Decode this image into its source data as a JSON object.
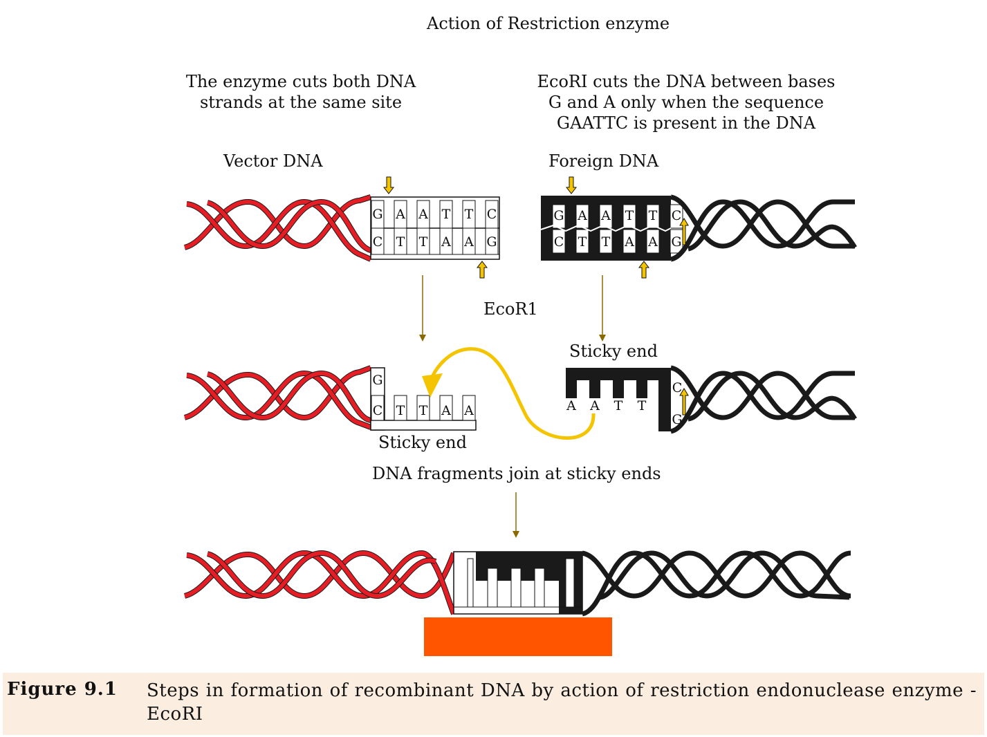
{
  "title": "Action of Restriction enzyme",
  "note_left": [
    "The enzyme cuts both DNA",
    "strands at the same site"
  ],
  "note_right": [
    "EcoRI cuts the DNA between bases",
    "G and A only when the sequence",
    "GAATTC is present in the DNA"
  ],
  "label_vector": "Vector DNA",
  "label_foreign": "Foreign DNA",
  "label_enzyme": "EcoR1",
  "label_sticky_right": "Sticky end",
  "label_sticky_left": "Sticky end",
  "label_join": "DNA fragments join at sticky ends",
  "vector_top_bases": [
    "G",
    "A",
    "A",
    "T",
    "T",
    "C"
  ],
  "vector_bottom_bases": [
    "C",
    "T",
    "T",
    "A",
    "A",
    "G"
  ],
  "foreign_top_bases": [
    "G",
    "A",
    "A",
    "T",
    "T",
    "C"
  ],
  "foreign_bottom_bases": [
    "C",
    "T",
    "T",
    "A",
    "A",
    "G"
  ],
  "cut_vector_top": [
    "G"
  ],
  "cut_vector_bottom": [
    "C",
    "T",
    "T",
    "A",
    "A"
  ],
  "cut_foreign_bottom": [
    "A",
    "A",
    "T",
    "T"
  ],
  "cut_foreign_right": [
    "C",
    "G"
  ],
  "colors": {
    "vector_dna": "#e51e25",
    "foreign_dna": "#1a1a1a",
    "cut_arrow": "#f5c400",
    "join_arrow": "#f5c400",
    "highlight_bar": "#ff5500",
    "caption_bg": "#fbeee0"
  },
  "caption": {
    "label": "Figure 9.1",
    "text": "Steps in formation of recombinant DNA by action of restriction endonuclease enzyme - EcoRI"
  }
}
